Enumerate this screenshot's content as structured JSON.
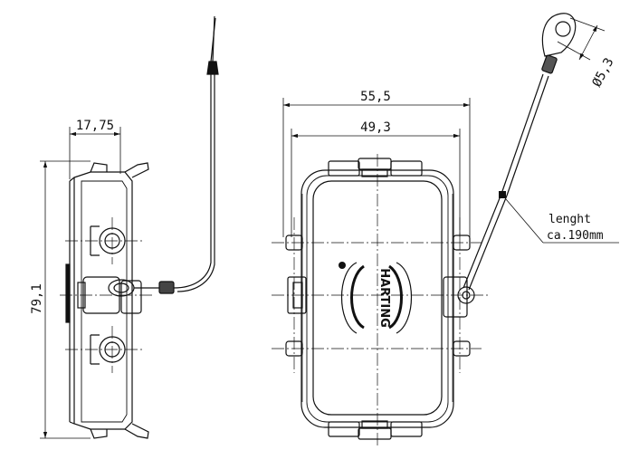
{
  "dimensions": {
    "side_width": "17,75",
    "height": "79,1",
    "outer_width": "55,5",
    "inner_width": "49,3",
    "eyelet_diameter": "Ø5,3"
  },
  "annotation": {
    "line1": "lenght",
    "line2": "ca.190mm"
  },
  "logo": {
    "text": "HARTING"
  }
}
